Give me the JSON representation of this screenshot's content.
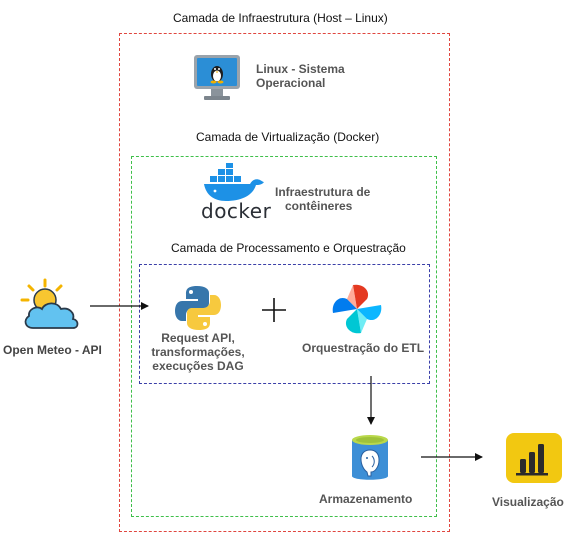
{
  "layers": {
    "infrastructure_title": "Camada de Infraestrutura (Host – Linux)",
    "virtualization_title": "Camada de Virtualização (Docker)",
    "processing_title": "Camada de Processamento e Orquestração"
  },
  "nodes": {
    "linux_label_line1": "Linux - Sistema",
    "linux_label_line2": "Operacional",
    "docker_logo_text": "docker",
    "docker_label_line1": "Infraestrutura de",
    "docker_label_line2": "contêineres",
    "weather_label": "Open Meteo - API",
    "python_label_line1": "Request API,",
    "python_label_line2": "transformações,",
    "python_label_line3": "execuções DAG",
    "airflow_label": "Orquestração do ETL",
    "storage_label": "Armazenamento",
    "visualization_label": "Visualização"
  },
  "colors": {
    "infrastructure_border": "#e0463f",
    "virtualization_border": "#3fbf4a",
    "processing_border": "#3a3fa8",
    "docker_blue": "#1d91e6",
    "powerbi_yellow": "#f2c811"
  }
}
